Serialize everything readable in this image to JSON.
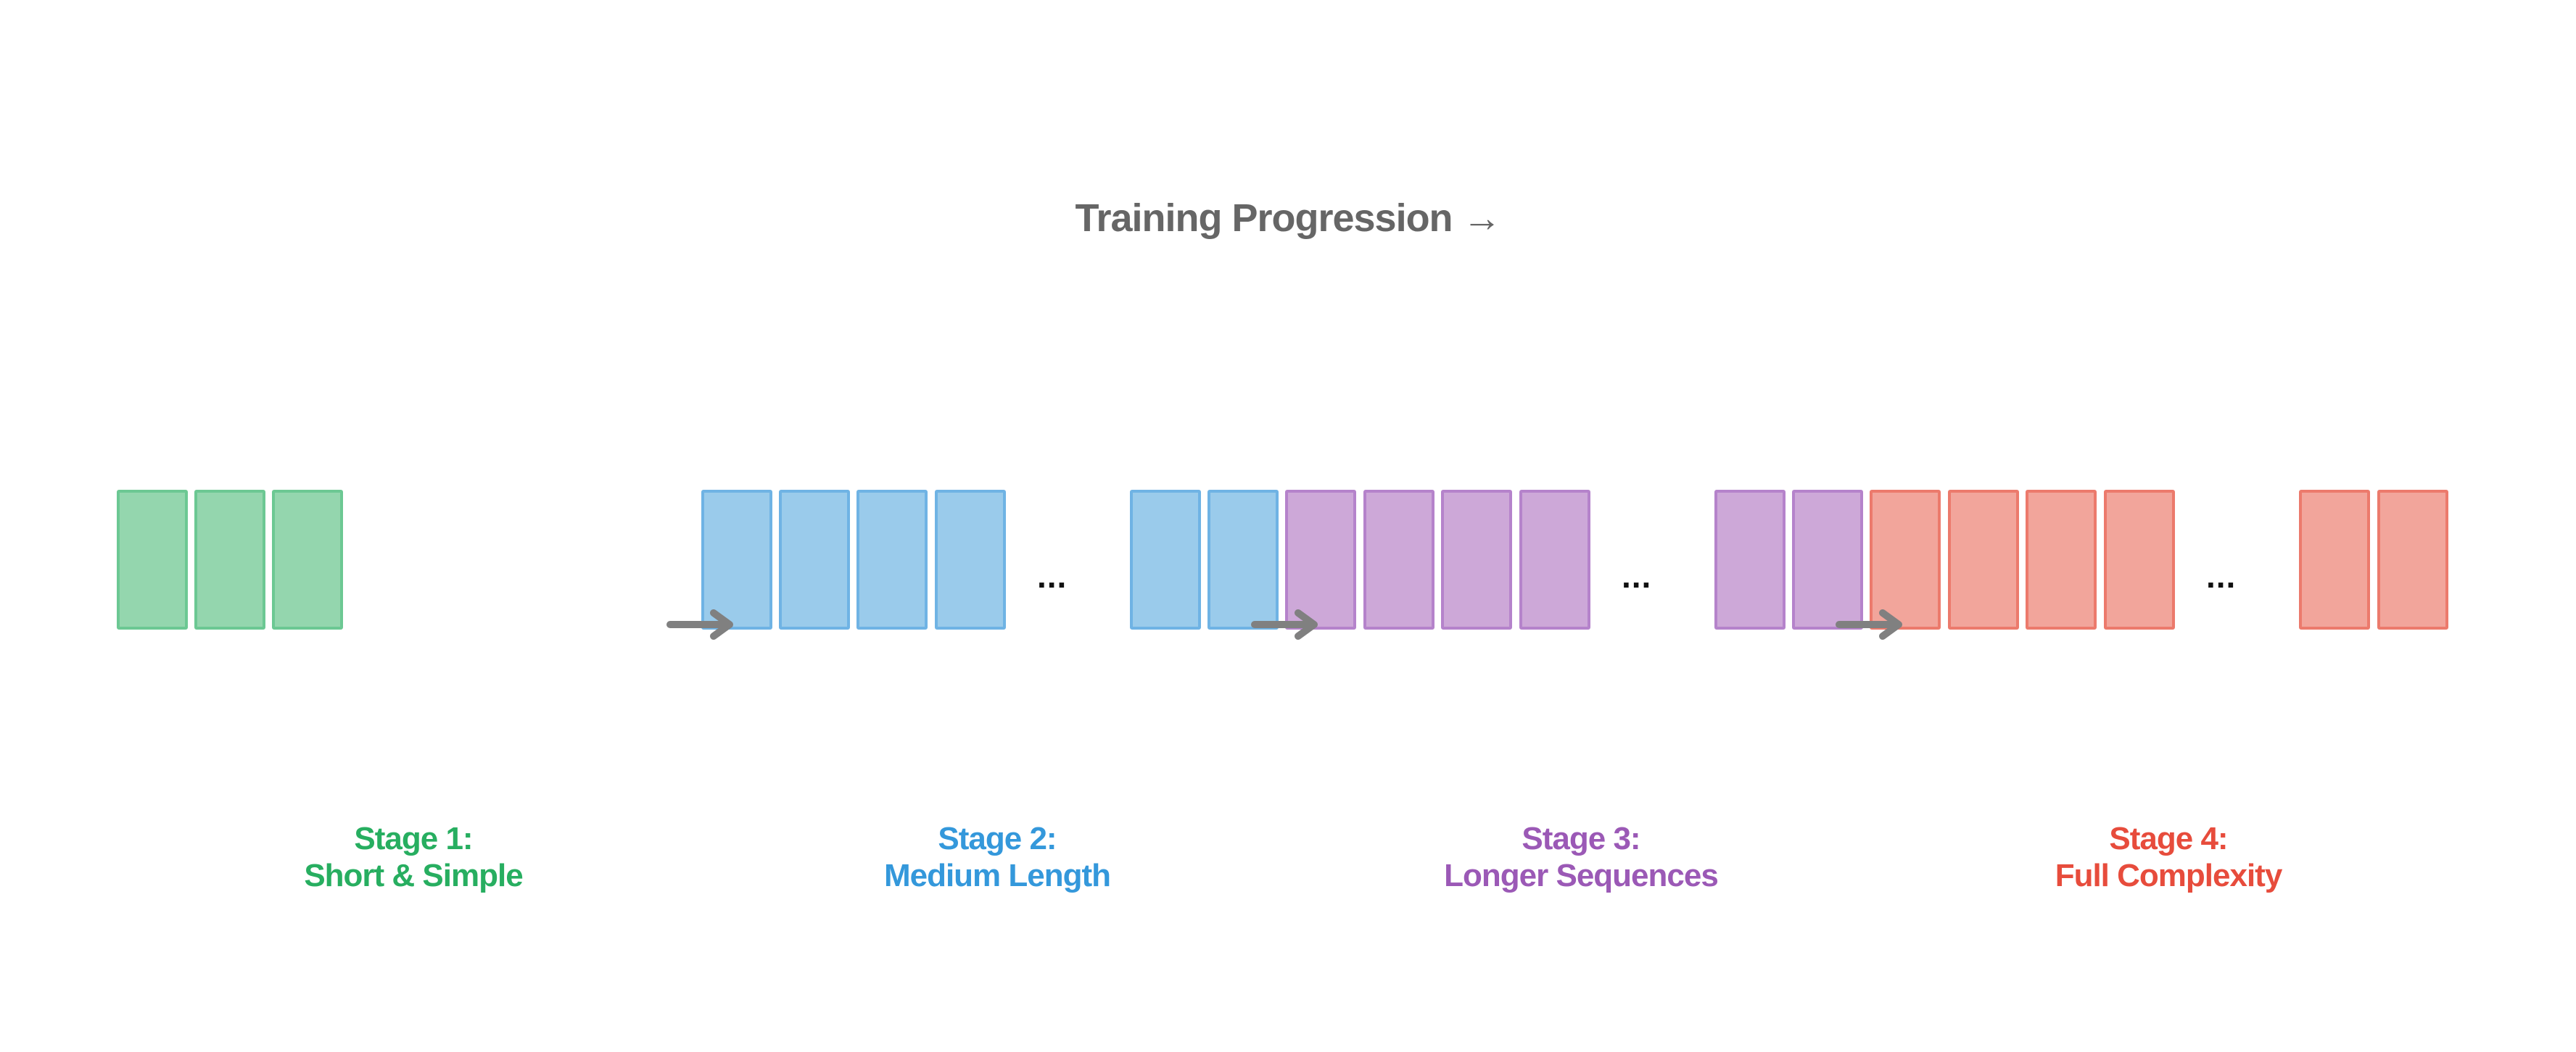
{
  "title": "Training Progression →",
  "colors": {
    "green": {
      "fill": "#94d6ae",
      "border": "#6cc893",
      "text": "#27ae60"
    },
    "blue": {
      "fill": "#9acbeb",
      "border": "#6fb3e4",
      "text": "#3498db"
    },
    "purple": {
      "fill": "#cda8d8",
      "border": "#b583cb",
      "text": "#9b59b6"
    },
    "red": {
      "fill": "#f2a59b",
      "border": "#ec7a6c",
      "text": "#e74c3c"
    },
    "arrow": "#808080"
  },
  "ellipsis": "...",
  "stages": [
    {
      "title": "Stage 1:",
      "subtitle": "Short & Simple",
      "blocks": [
        "green",
        "green",
        "green"
      ]
    },
    {
      "title": "Stage 2:",
      "subtitle": "Medium Length",
      "blocks": [
        "blue",
        "blue",
        "blue",
        "blue",
        "...",
        "blue",
        "blue"
      ]
    },
    {
      "title": "Stage 3:",
      "subtitle": "Longer Sequences",
      "blocks": [
        "purple",
        "purple",
        "purple",
        "purple",
        "...",
        "purple",
        "purple"
      ]
    },
    {
      "title": "Stage 4:",
      "subtitle": "Full Complexity",
      "blocks": [
        "red",
        "red",
        "red",
        "red",
        "...",
        "red",
        "red"
      ]
    }
  ]
}
